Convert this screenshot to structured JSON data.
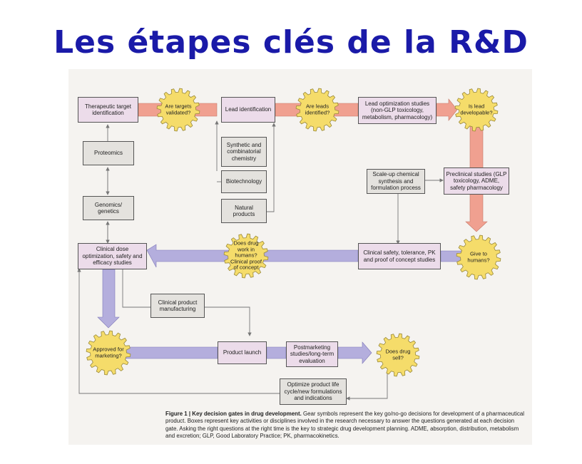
{
  "title": "Les étapes clés de la R&D",
  "boxes": {
    "therapeutic_target": "Therapeutic target identification",
    "lead_identification": "Lead identification",
    "lead_optimization": "Lead optimization studies (non-GLP toxicology, metabolism, pharmacology)",
    "proteomics": "Proteomics",
    "synthetic_chemistry": "Synthetic and combinatorial chemistry",
    "biotechnology": "Biotechnology",
    "natural_products": "Natural products",
    "genomics": "Genomics/ genetics",
    "scaleup": "Scale-up chemical synthesis and formulation process",
    "preclinical": "Preclinical studies (GLP toxicology, ADME, safety pharmacology",
    "clinical_dose": "Clinical dose optimization, safety and efficacy studies",
    "clinical_safety": "Clinical safety, tolerance, PK and proof of concept studies",
    "clinical_manufacturing": "Clinical product manufacturing",
    "product_launch": "Product launch",
    "postmarketing": "Postmarketing studies/long-term evaluation",
    "optimize_lifecycle": "Optimize product life cycle/new formulations and indications"
  },
  "gears": {
    "targets_validated": "Are targets validated?",
    "leads_identified": "Are leads identified?",
    "lead_developable": "Is lead developable?",
    "give_to_humans": "Give to humans?",
    "drug_works": "Does drug work in humans? Clinical proof of concept",
    "approved": "Approved for marketing?",
    "drug_sell": "Does drug sell?"
  },
  "caption": {
    "figure_label": "Figure 1 |",
    "heading": "Key decision gates in drug development.",
    "body": "Gear symbols represent the key go/no-go decisions for development of a pharmaceutical product. Boxes represent key activities or disciplines involved in the research necessary to answer the questions generated at each decision gate. Asking the right questions at the right time is the key to strategic drug development planning. ADME, absorption, distribution, metabolism and excretion; GLP, Good Laboratory Practice; PK, pharmacokinetics."
  },
  "colors": {
    "title": "#1a1aa8",
    "forward_arrow": "#f0a090",
    "clinical_arrow": "#b4aedd",
    "gear": "#f5dc6a",
    "activity_box": "#ecdcea",
    "discipline_box": "#e4e2de"
  }
}
